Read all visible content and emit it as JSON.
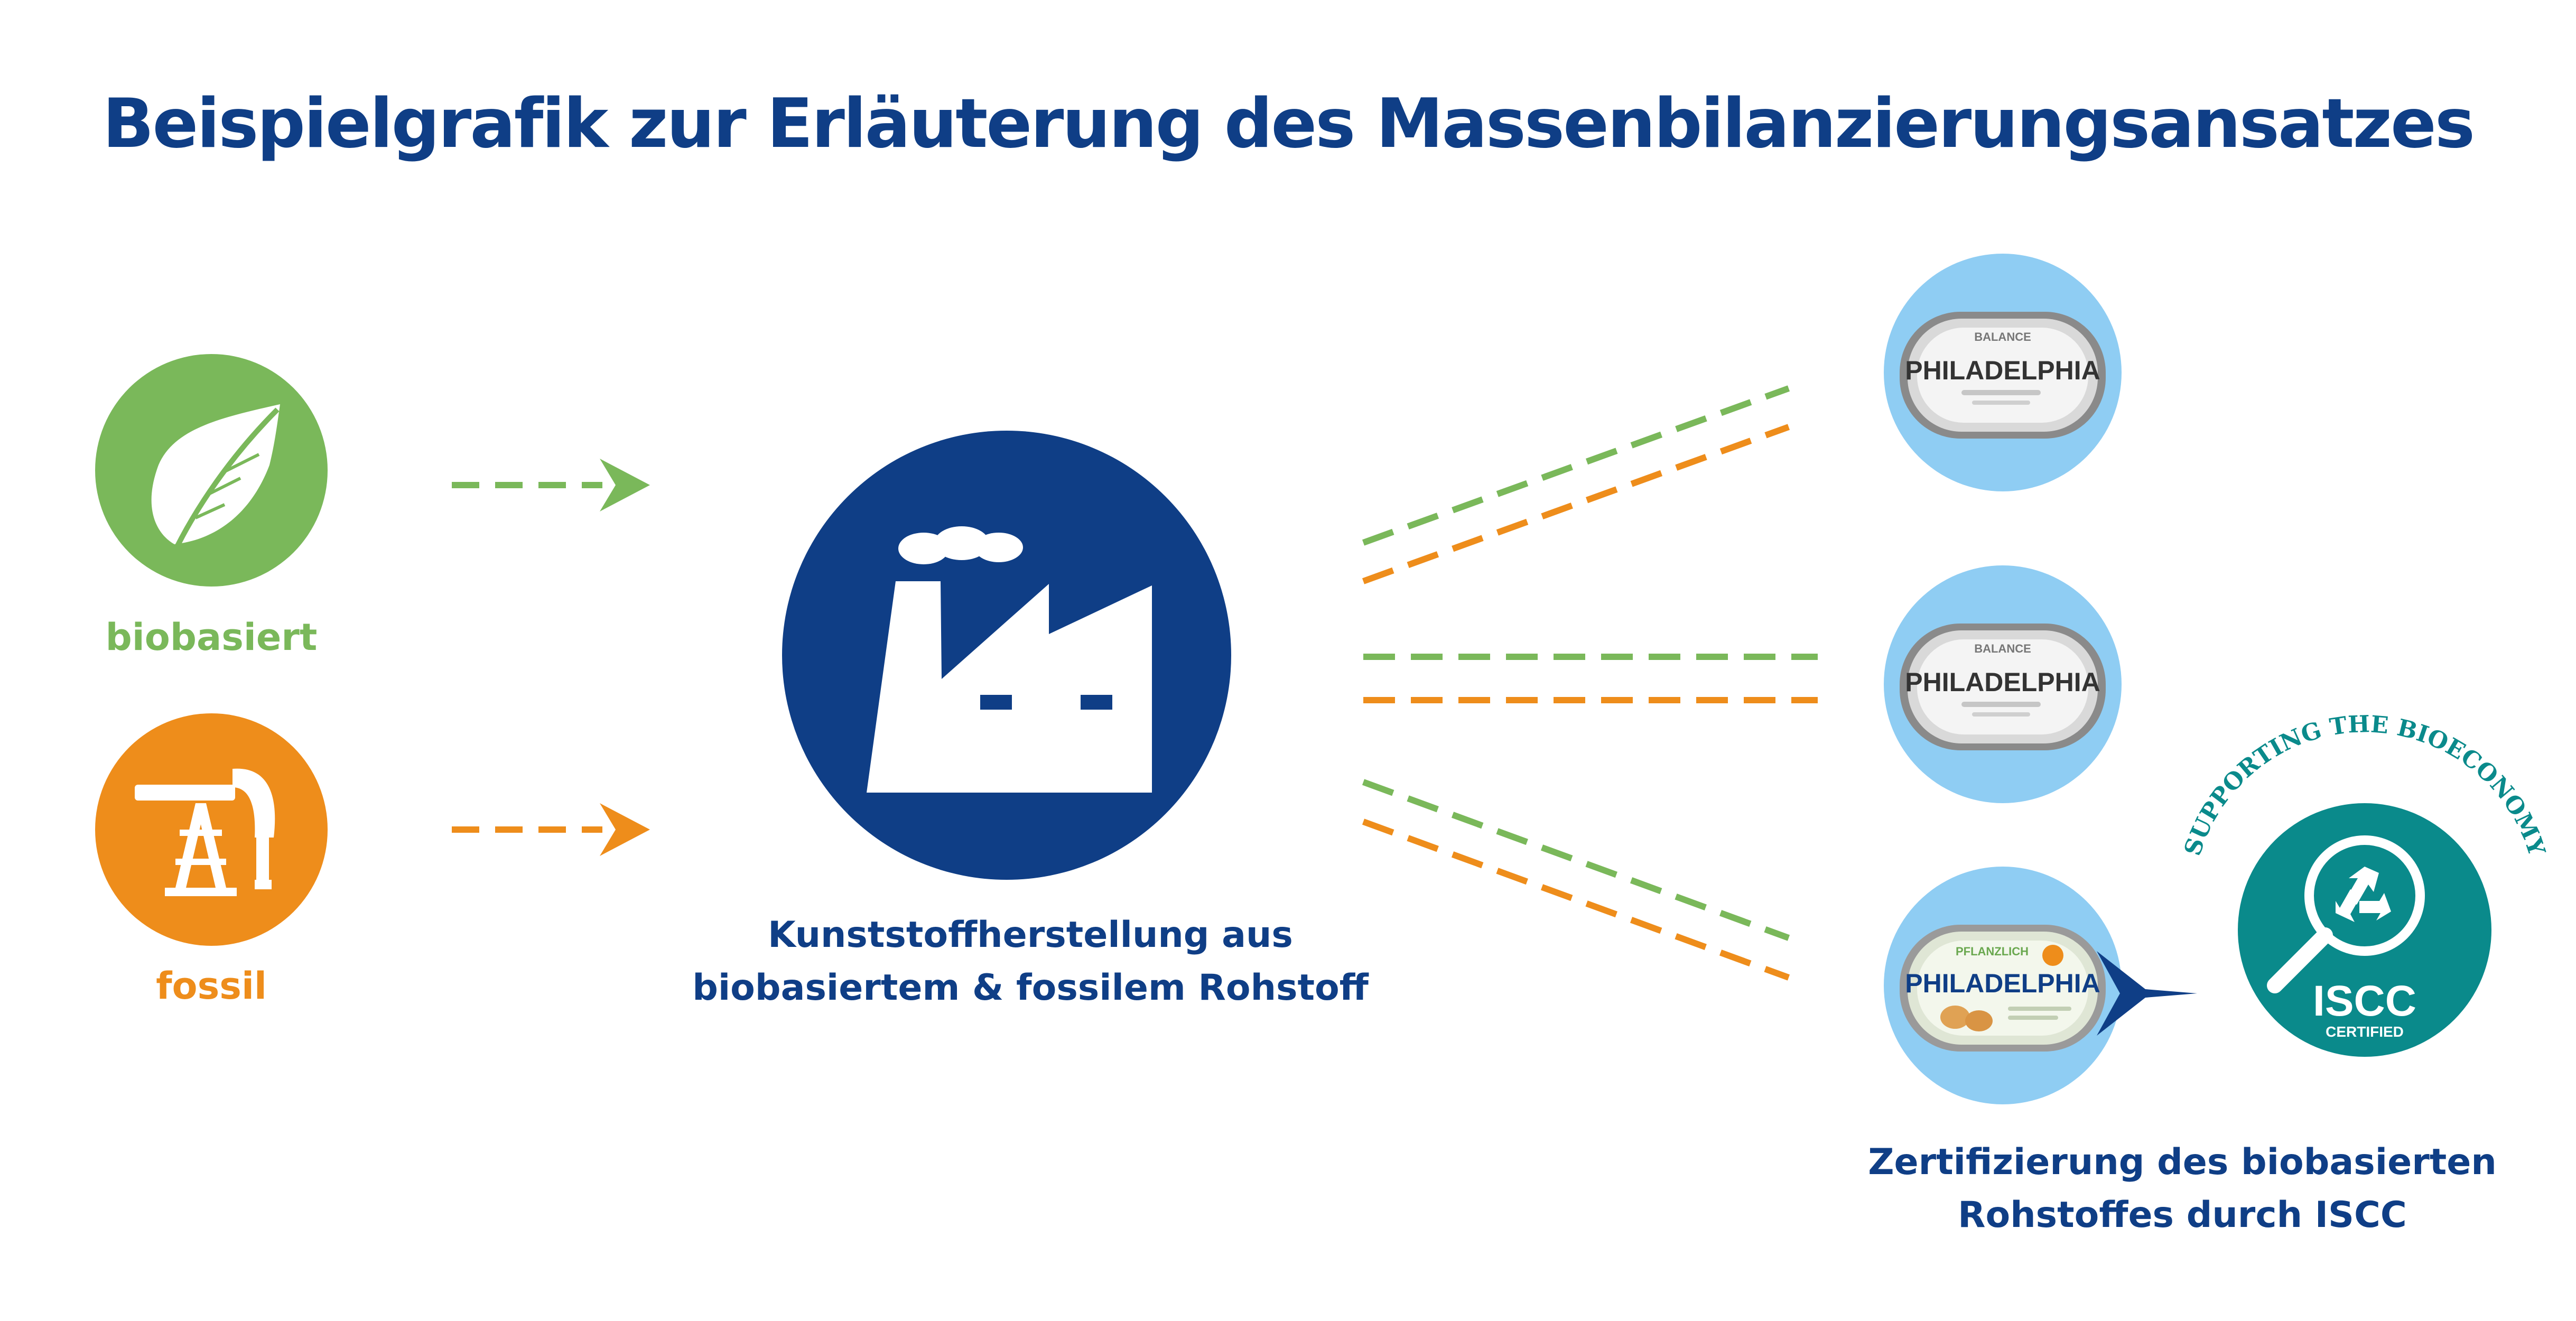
{
  "title": "Beispielgrafik zur Erläuterung des Massenbilanzierungsansatzes",
  "colors": {
    "title": "#0f3e86",
    "bio": "#7ab85a",
    "fossil": "#ee8d1b",
    "factory": "#0f3e86",
    "product_circle": "#8fcdf3",
    "iscc": "#0a8a8b"
  },
  "inputs": [
    {
      "id": "bio",
      "label": "biobasiert",
      "icon": "leaf-icon"
    },
    {
      "id": "fossil",
      "label": "fossil",
      "icon": "oil-pump-icon"
    }
  ],
  "factory": {
    "icon": "factory-icon",
    "caption_line1": "Kunststoffherstellung aus",
    "caption_line2": "biobasiertem & fossilem Rohstoff"
  },
  "products": [
    {
      "brand": "PHILADELPHIA",
      "variant": "BALANCE"
    },
    {
      "brand": "PHILADELPHIA",
      "variant": "BALANCE"
    },
    {
      "brand": "PHILADELPHIA",
      "variant": "PFLANZLICH"
    }
  ],
  "certification": {
    "ring_text": "SUPPORTING THE BIOECONOMY",
    "logo_text": "ISCC",
    "logo_subtext": "CERTIFIED",
    "caption_line1": "Zertifizierung des biobasierten",
    "caption_line2": "Rohstoffes durch ISCC"
  }
}
